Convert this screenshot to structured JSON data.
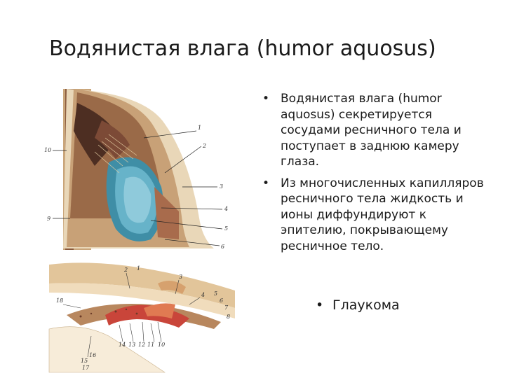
{
  "slide": {
    "title": "Водянистая влага (humor aquosus)",
    "bullets": [
      "Водянистая влага (humor aquosus) секретируется сосудами ресничного тела и поступает в заднюю камеру глаза.",
      "Из многочисленных капилляров ресничного тела жидкость и ионы диффундируют к эпителию, покрывающему ресничное тело."
    ],
    "standalone_bullet": "Глаукома",
    "bullet_symbol": "•"
  },
  "figure_top": {
    "labels": [
      "1",
      "2",
      "3",
      "4",
      "5",
      "6",
      "9",
      "10"
    ]
  },
  "figure_bottom": {
    "labels": [
      "1",
      "2",
      "3",
      "4",
      "5",
      "6",
      "7",
      "8",
      "10",
      "11",
      "12",
      "13",
      "14",
      "15",
      "16",
      "17",
      "18"
    ]
  },
  "colors": {
    "lens_blue": "#3f8ea6",
    "ciliary_red": "#b7463a",
    "tissue_tan": "#d9b98c",
    "dark_brown": "#5a3a2a"
  }
}
